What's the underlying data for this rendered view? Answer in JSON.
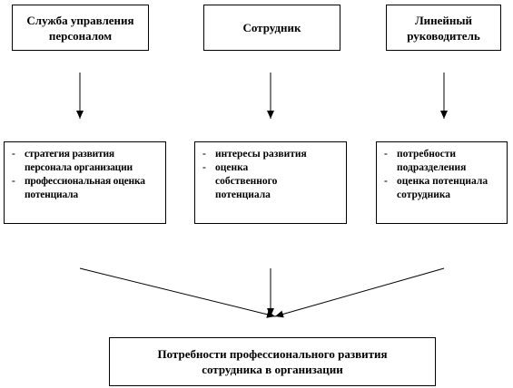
{
  "diagram": {
    "roles": [
      {
        "id": "hr-service",
        "label": "Служба управления\nперсоналом"
      },
      {
        "id": "employee",
        "label": "Сотрудник"
      },
      {
        "id": "line-manager",
        "label": "Линейный\nруководитель"
      }
    ],
    "needs": [
      {
        "id": "hr-service",
        "items": [
          "стратегия развития персонала организации",
          "профессиональная оценка потенциала"
        ]
      },
      {
        "id": "employee",
        "items": [
          "интересы развития",
          "оценка собственного потенциала"
        ]
      },
      {
        "id": "line-manager",
        "items": [
          "потребности подразделения",
          "оценка потенциала сотрудника"
        ]
      }
    ],
    "result": {
      "label": "Потребности профессионального развития\nсотрудника в организации"
    },
    "colors": {
      "stroke": "#000000",
      "background": "#ffffff",
      "text": "#000000"
    }
  }
}
